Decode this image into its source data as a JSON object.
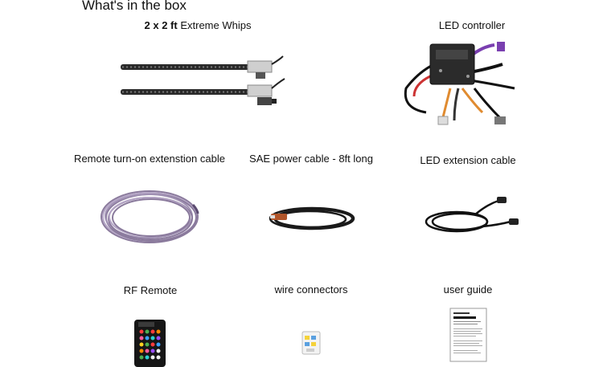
{
  "heading": "What's in the box",
  "items": [
    {
      "qty": "2 x 2 ft",
      "label": "Extreme Whips"
    },
    {
      "label": "LED controller"
    },
    {
      "label": "Remote turn-on extenstion cable"
    },
    {
      "label": "SAE power cable - 8ft long"
    },
    {
      "label": "LED extension cable"
    },
    {
      "label": "RF Remote"
    },
    {
      "label": "wire connectors"
    },
    {
      "label": "user guide"
    }
  ]
}
